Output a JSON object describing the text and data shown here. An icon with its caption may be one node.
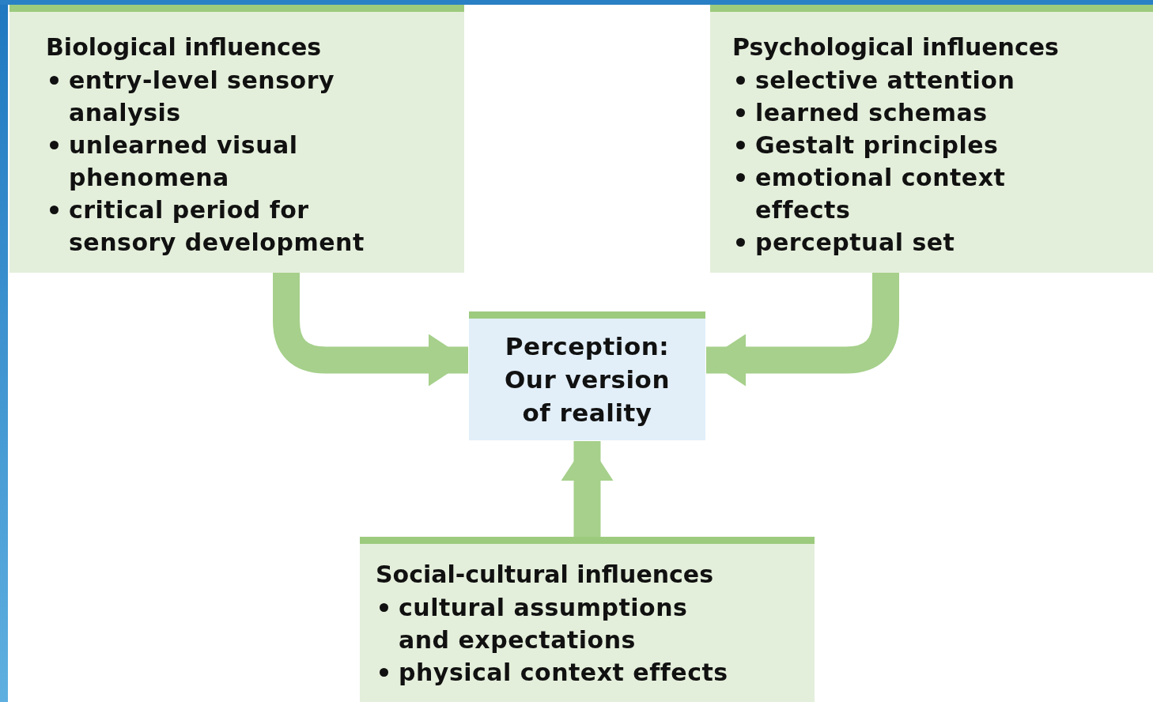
{
  "diagram": {
    "nodes": [
      {
        "text": [
          "Biological influences",
          "entry-level sensory analysis",
          "unlearned visual phenomena",
          "critical period for sensory development"
        ]
      },
      {
        "text": [
          "Psychological influences",
          "selective attention",
          "learned schemas",
          "Gestalt principles",
          "emotional context effects",
          "perceptual set"
        ]
      },
      {
        "text": [
          "Perception: Our version of reality"
        ]
      },
      {
        "text": [
          "Social-cultural influences",
          "cultural assumptions and expectations",
          "physical context effects"
        ]
      }
    ],
    "edges": [
      {
        "from": 0,
        "to": 2,
        "arrow": "to"
      },
      {
        "from": 1,
        "to": 2,
        "arrow": "to"
      },
      {
        "from": 3,
        "to": 2,
        "arrow": "to"
      }
    ]
  }
}
